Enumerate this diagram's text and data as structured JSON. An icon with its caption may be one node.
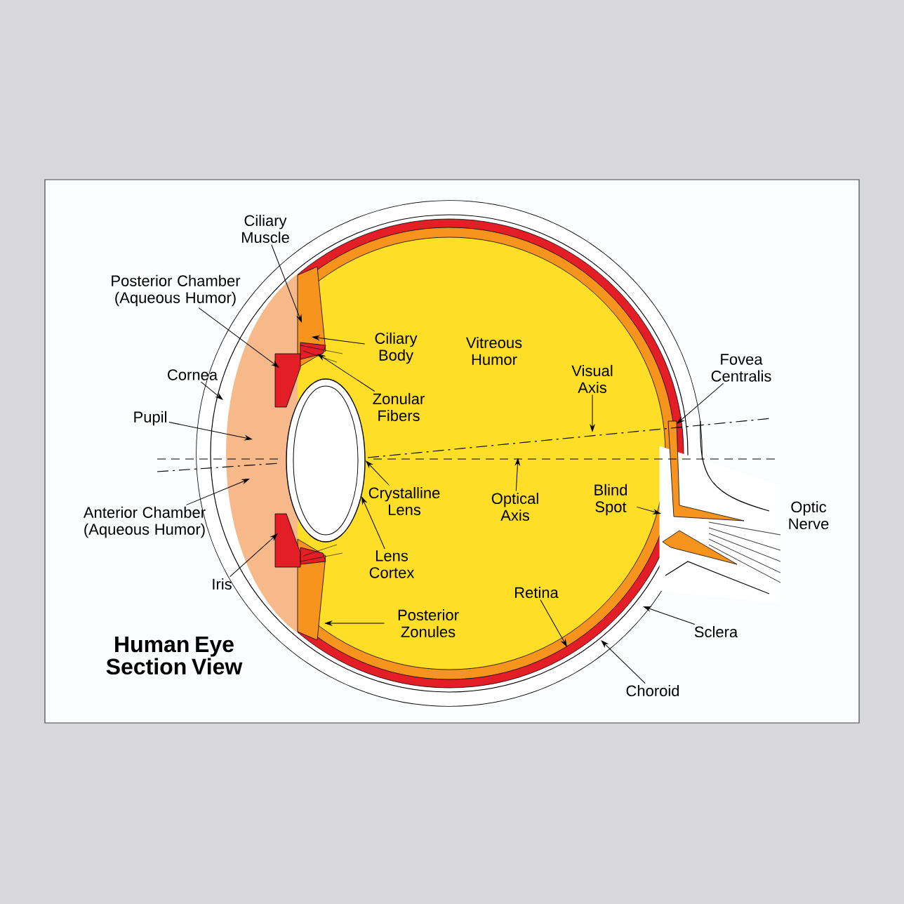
{
  "diagram": {
    "title": "Human Eye Section View",
    "nodes": [
      {
        "text": [
          "Ciliary Muscle"
        ]
      },
      {
        "text": [
          "Posterior Chamber (Aqueous Humor)"
        ]
      },
      {
        "text": [
          "Cornea"
        ]
      },
      {
        "text": [
          "Pupil"
        ]
      },
      {
        "text": [
          "Anterior Chamber (Aqueous Humor)"
        ]
      },
      {
        "text": [
          "Iris"
        ]
      },
      {
        "text": [
          "Ciliary Body"
        ]
      },
      {
        "text": [
          "Zonular Fibers"
        ]
      },
      {
        "text": [
          "Crystalline Lens"
        ]
      },
      {
        "text": [
          "Lens Cortex"
        ]
      },
      {
        "text": [
          "Posterior Zonules"
        ]
      },
      {
        "text": [
          "Retina"
        ]
      },
      {
        "text": [
          "Choroid"
        ]
      },
      {
        "text": [
          "Sclera"
        ]
      },
      {
        "text": [
          "Blind Spot"
        ]
      },
      {
        "text": [
          "Optical Axis"
        ]
      },
      {
        "text": [
          "Visual Axis"
        ]
      },
      {
        "text": [
          "Fovea Centralis"
        ]
      },
      {
        "text": [],
        "shape": "ellipse"
      }
    ],
    "edges": [
      {
        "from": 0,
        "to": null,
        "arrow": "to"
      },
      {
        "from": 1,
        "to": null,
        "arrow": "to"
      },
      {
        "from": 2,
        "to": null,
        "arrow": "to"
      },
      {
        "from": 3,
        "to": null,
        "arrow": "to"
      },
      {
        "from": 4,
        "to": null,
        "arrow": "to"
      },
      {
        "from": 5,
        "to": null,
        "arrow": "to"
      },
      {
        "from": 6,
        "to": null,
        "arrow": "to"
      },
      {
        "from": 7,
        "to": null,
        "arrow": "to"
      },
      {
        "from": 8,
        "to": 18,
        "arrow": "to"
      },
      {
        "from": 9,
        "to": 18,
        "arrow": "to"
      },
      {
        "from": 10,
        "to": null,
        "arrow": "to"
      },
      {
        "from": 11,
        "to": null,
        "arrow": "to"
      },
      {
        "from": 12,
        "to": null,
        "arrow": "to"
      },
      {
        "from": 13,
        "to": null,
        "arrow": "to"
      },
      {
        "from": 14,
        "to": null,
        "arrow": "to"
      },
      {
        "from": 15,
        "to": null,
        "arrow": "to"
      },
      {
        "from": 16,
        "to": null,
        "arrow": "to"
      },
      {
        "from": 17,
        "to": null,
        "arrow": "to"
      }
    ],
    "labels": [
      "Vitreous Humor",
      "Optic Nerve"
    ]
  }
}
